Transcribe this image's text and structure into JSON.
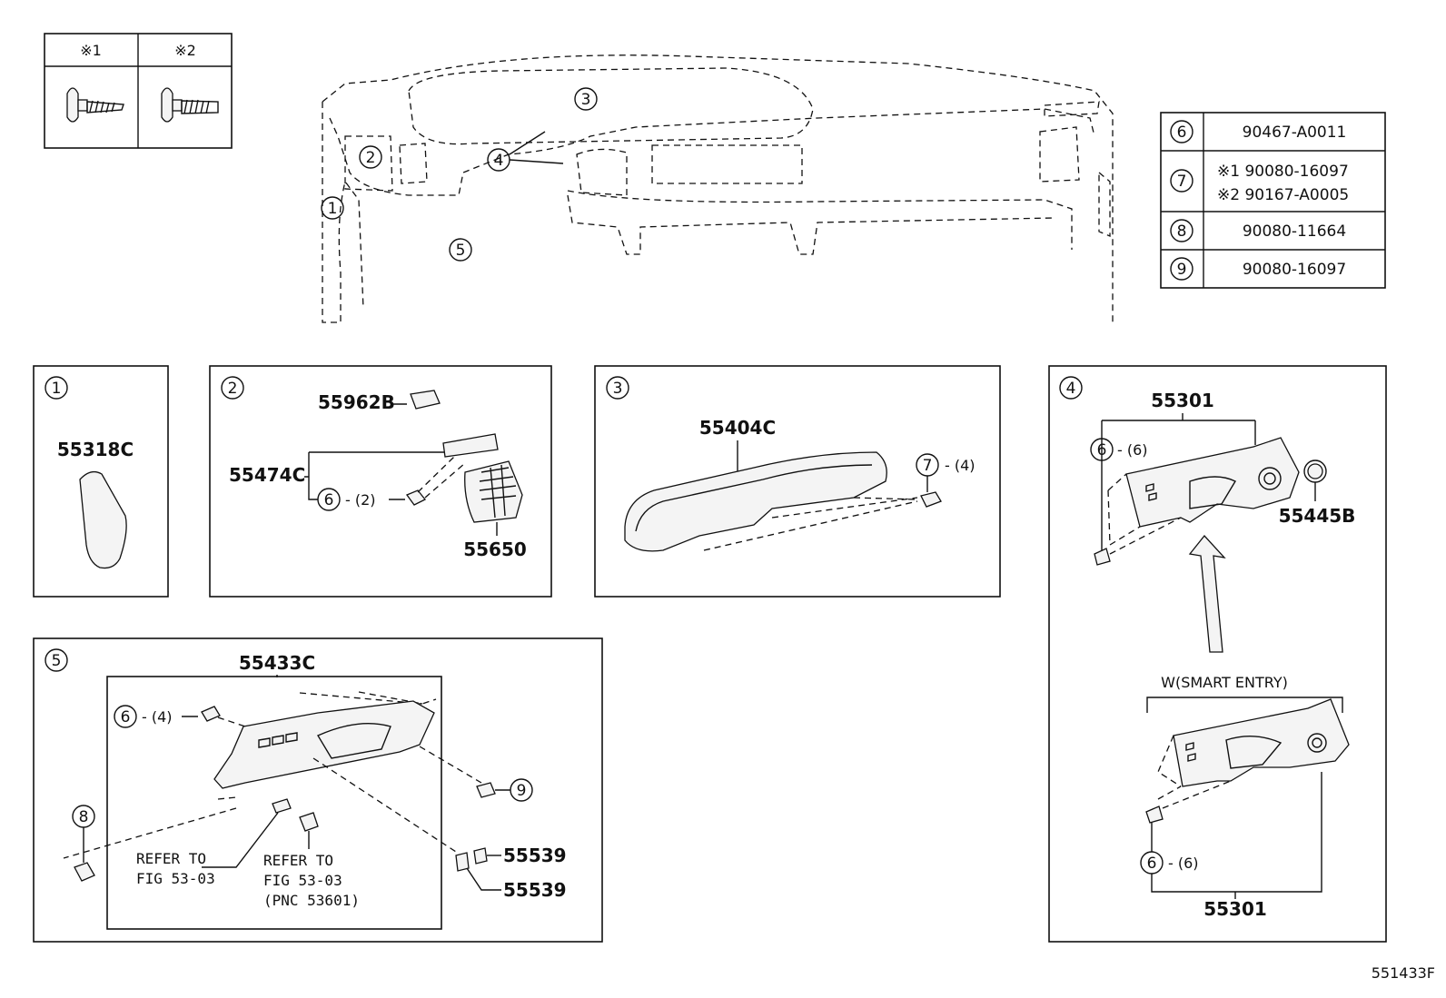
{
  "legend": {
    "col1": "※1",
    "col2": "※2",
    "col1_icon": "screw-type-1-icon",
    "col2_icon": "screw-type-2-icon"
  },
  "overview_callouts": [
    "1",
    "2",
    "3",
    "4",
    "5"
  ],
  "parts_table": [
    {
      "ref": "6",
      "lines": [
        "90467-A0011"
      ]
    },
    {
      "ref": "7",
      "lines": [
        "※1 90080-16097",
        "※2 90167-A0005"
      ]
    },
    {
      "ref": "8",
      "lines": [
        "90080-11664"
      ]
    },
    {
      "ref": "9",
      "lines": [
        "90080-16097"
      ]
    }
  ],
  "panel1": {
    "num": "1",
    "part": "55318C"
  },
  "panel2": {
    "num": "2",
    "top_part": "55962B",
    "left_part": "55474C",
    "clip_ref": "6",
    "clip_qty": "- (2)",
    "vent_part": "55650"
  },
  "panel3": {
    "num": "3",
    "part": "55404C",
    "screw_ref": "7",
    "screw_qty": "- (4)"
  },
  "panel4": {
    "num": "4",
    "top_part": "55301",
    "clip_ref_top": "6",
    "clip_qty_top": "- (6)",
    "ring_part": "55445B",
    "variant_label": "W(SMART ENTRY)",
    "clip_ref_bottom": "6",
    "clip_qty_bottom": "- (6)",
    "bottom_part": "55301"
  },
  "panel5": {
    "num": "5",
    "part": "55433C",
    "clip_ref": "6",
    "clip_qty": "- (4)",
    "bolt_ref": "9",
    "screw_ref": "8",
    "pad_part_1": "55539",
    "pad_part_2": "55539",
    "refer1": [
      "REFER TO",
      "FIG 53-03"
    ],
    "refer2": [
      "REFER TO",
      "FIG 53-03",
      "(PNC 53601)"
    ]
  },
  "figure_id": "551433F"
}
